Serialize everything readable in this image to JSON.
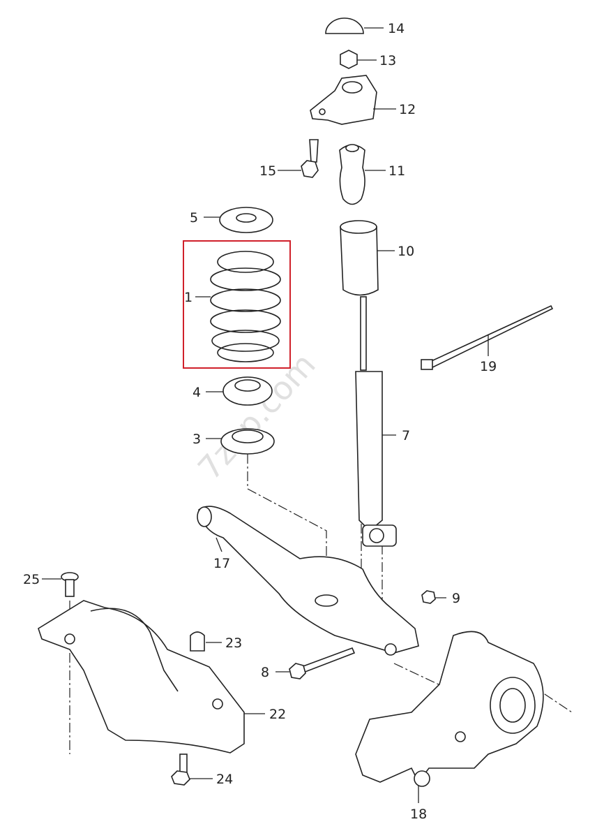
{
  "watermark": "7zap.com",
  "highlight_color": "#d0202a",
  "highlighted_part": "1",
  "labels": {
    "p1": "1",
    "p3": "3",
    "p4": "4",
    "p5": "5",
    "p7": "7",
    "p8": "8",
    "p9": "9",
    "p10": "10",
    "p11": "11",
    "p12": "12",
    "p13": "13",
    "p14": "14",
    "p15": "15",
    "p17": "17",
    "p18": "18",
    "p19": "19",
    "p22": "22",
    "p23": "23",
    "p24": "24",
    "p25": "25"
  }
}
